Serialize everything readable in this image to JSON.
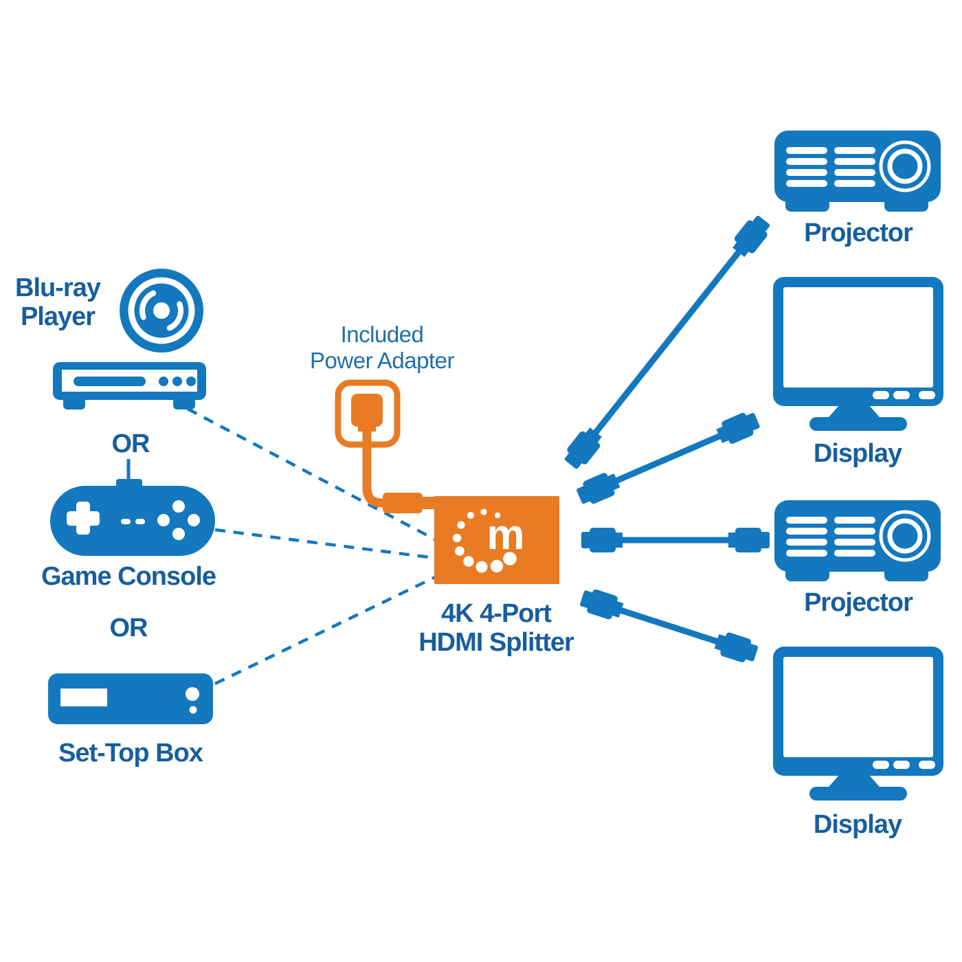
{
  "colors": {
    "device_blue": "#1378BE",
    "label_blue": "#175E9D",
    "power_label_blue": "#1E6FAD",
    "accent_orange": "#E87B23",
    "background": "#FFFFFF"
  },
  "sources": {
    "bluray": {
      "label_line1": "Blu-ray",
      "label_line2": "Player"
    },
    "or_1": "OR",
    "game_console": {
      "label": "Game Console"
    },
    "or_2": "OR",
    "set_top_box": {
      "label": "Set-Top Box"
    }
  },
  "center": {
    "power_adapter": {
      "label_line1": "Included",
      "label_line2": "Power Adapter"
    },
    "splitter": {
      "logo_letter": "m",
      "label_line1": "4K 4-Port",
      "label_line2": "HDMI Splitter"
    }
  },
  "outputs": [
    {
      "type": "projector",
      "label": "Projector"
    },
    {
      "type": "display",
      "label": "Display"
    },
    {
      "type": "projector",
      "label": "Projector"
    },
    {
      "type": "display",
      "label": "Display"
    }
  ]
}
